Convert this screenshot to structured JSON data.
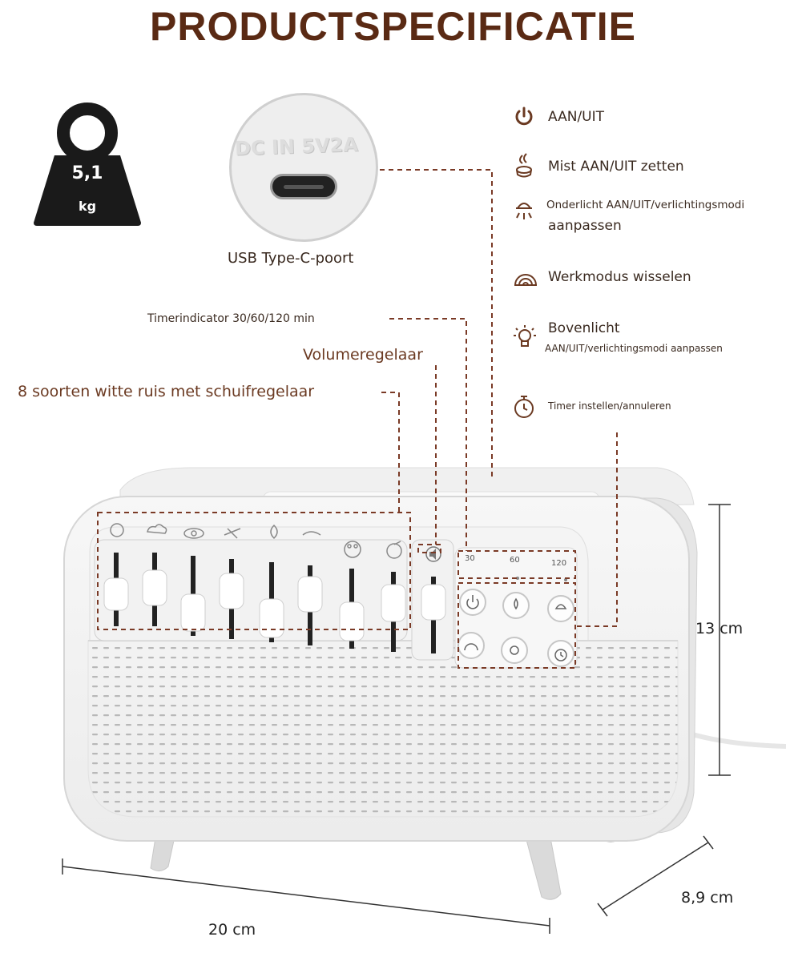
{
  "title": "PRODUCTSPECIFICATIE",
  "weight": {
    "value": "5,1",
    "unit": "kg"
  },
  "port": {
    "embossed": "DC IN 5V2A",
    "label": "USB Type-C-poort"
  },
  "callouts": {
    "timer_indicator": "Timerindicator 30/60/120 min",
    "volume": "Volumeregelaar",
    "white_noise": "8 soorten witte ruis met schuifregelaar"
  },
  "features": [
    {
      "icon": "power-icon",
      "label": "AAN/UIT"
    },
    {
      "icon": "mist-icon",
      "label": "Mist AAN/UIT zetten"
    },
    {
      "icon": "underlight-icon",
      "label": "Onderlicht AAN/UIT/verlichtingsmodi",
      "label2": "aanpassen"
    },
    {
      "icon": "mode-icon",
      "label": "Werkmodus wisselen"
    },
    {
      "icon": "toplight-icon",
      "label": "Bovenlicht",
      "label2": "AAN/UIT/verlichtingsmodi aanpassen"
    },
    {
      "icon": "timer-icon",
      "label": "Timer instellen/annuleren"
    }
  ],
  "timer_scale": [
    "30",
    "60",
    "120"
  ],
  "dimensions": {
    "height": "13 cm",
    "width": "20 cm",
    "depth": "8,9 cm"
  },
  "colors": {
    "accent": "#6b3a22",
    "dashed": "#7a3a26",
    "device": "#f4f4f4"
  }
}
